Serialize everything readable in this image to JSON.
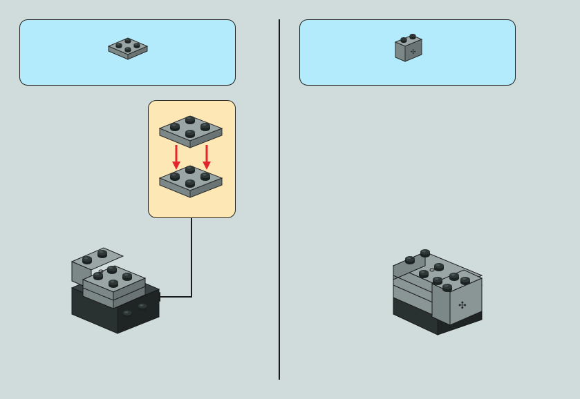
{
  "colors": {
    "background": "#cfdcdb",
    "parts_box": "#b3eafc",
    "subassembly_box": "#fde7b5",
    "brick_gray": "#8b9696",
    "brick_dark": "#2c3333",
    "arrow_red": "#e2252f"
  },
  "steps": [
    {
      "parts": [
        {
          "icon": "plate-2x2-gray-icon",
          "quantity": 1
        }
      ],
      "subassembly": {
        "icon": "plate-stack-icon",
        "plates": 2
      },
      "model": {
        "icon": "model-step-left-icon"
      }
    },
    {
      "parts": [
        {
          "icon": "brick-1x2-technic-icon",
          "quantity": 1
        }
      ],
      "model": {
        "icon": "model-step-right-icon"
      }
    }
  ]
}
